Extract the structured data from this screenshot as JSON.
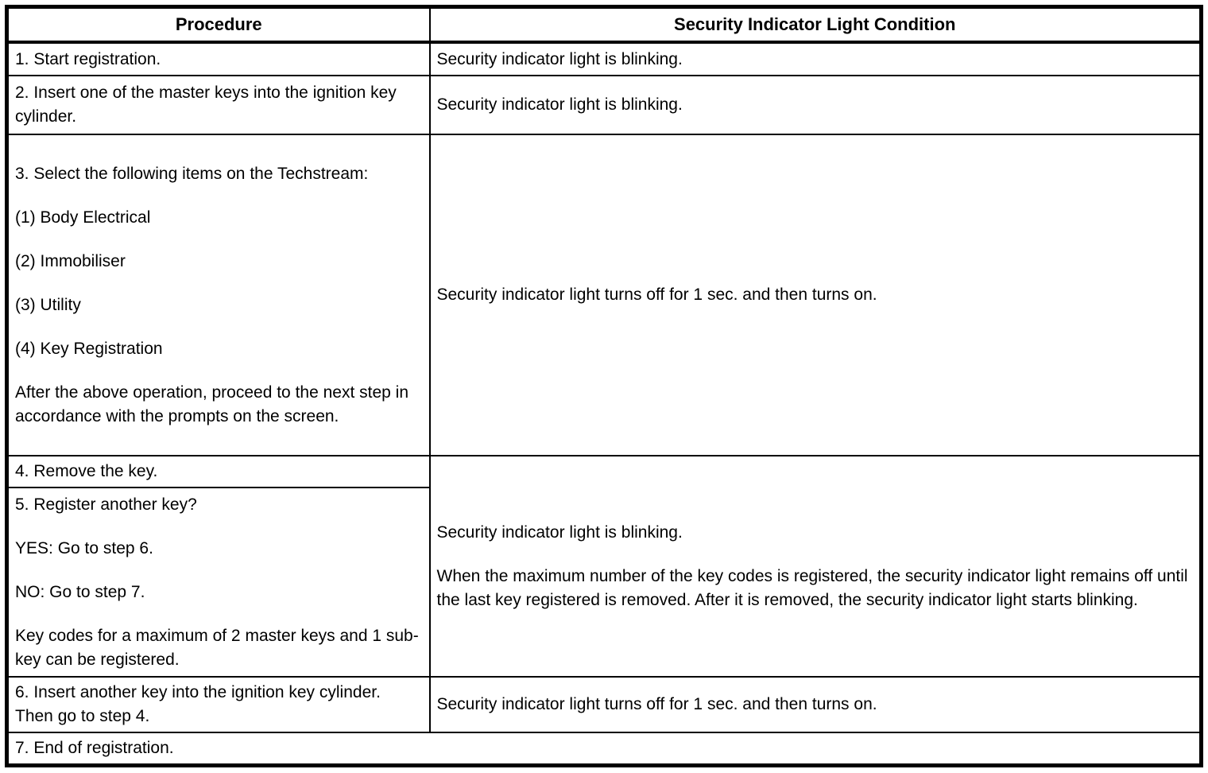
{
  "page": {
    "background_color": "#ffffff",
    "border_color": "#000000",
    "text_color": "#000000"
  },
  "table": {
    "headers": {
      "procedure": "Procedure",
      "condition": "Security Indicator Light Condition"
    },
    "steps": {
      "step1": {
        "procedure": "1. Start registration.",
        "condition": "Security indicator light is blinking."
      },
      "step2": {
        "procedure": "2. Insert one of the master keys into the ignition key cylinder.",
        "condition": "Security indicator light is blinking."
      },
      "step3": {
        "procedure": [
          "3. Select the following items on the Techstream:",
          "(1) Body Electrical",
          "(2) Immobiliser",
          "(3) Utility",
          "(4) Key Registration",
          "After the above operation, proceed to the next step in accordance with the prompts on the screen."
        ],
        "condition": "Security indicator light turns off for 1 sec. and then turns on."
      },
      "step4": {
        "procedure": "4. Remove the key."
      },
      "step4_5_condition": [
        "Security indicator light is blinking.",
        "When the maximum number of the key codes is registered, the security indicator light remains off until the last key registered is removed. After it is removed, the security indicator light starts blinking."
      ],
      "step5": {
        "procedure": [
          "5. Register another key?",
          "YES: Go to step 6.",
          "NO: Go to step 7.",
          "Key codes for a maximum of 2 master keys and 1 sub-key can be registered."
        ]
      },
      "step6": {
        "procedure": "6. Insert another key into the ignition key cylinder. Then go to step 4.",
        "condition": "Security indicator light turns off for 1 sec. and then turns on."
      },
      "step7": {
        "procedure": "7. End of registration."
      }
    }
  }
}
